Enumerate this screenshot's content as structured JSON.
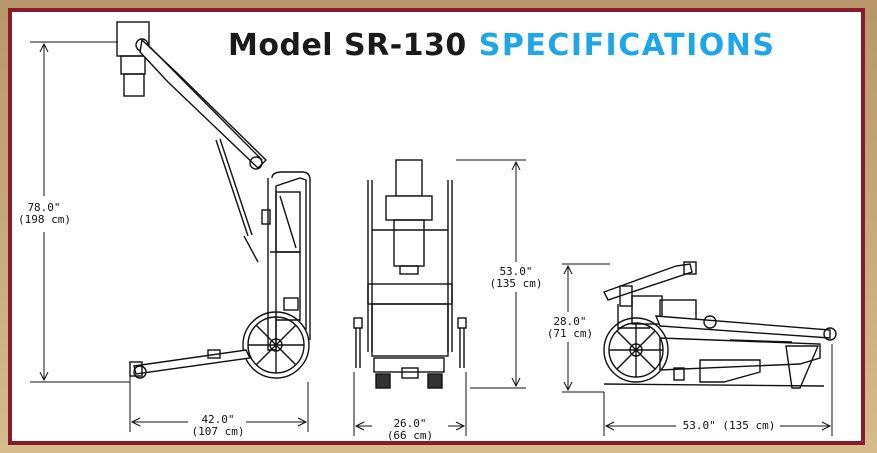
{
  "header": {
    "model": "Model SR-130",
    "specifications": "SPECIFICATIONS"
  },
  "dimensions": {
    "side_height": {
      "in": "78.0\"",
      "cm": "(198 cm)"
    },
    "side_length": {
      "in": "42.0\"",
      "cm": "(107 cm)"
    },
    "front_height": {
      "in": "53.0\"",
      "cm": "(135 cm)"
    },
    "front_width": {
      "in": "26.0\"",
      "cm": "(66 cm)"
    },
    "folded_height": {
      "in": "28.0\"",
      "cm": "(71 cm)"
    },
    "folded_length": "53.0\" (135 cm)"
  },
  "colors": {
    "border": "#8b1a2b",
    "accent": "#1ea6e8",
    "background": "#c8a878"
  }
}
